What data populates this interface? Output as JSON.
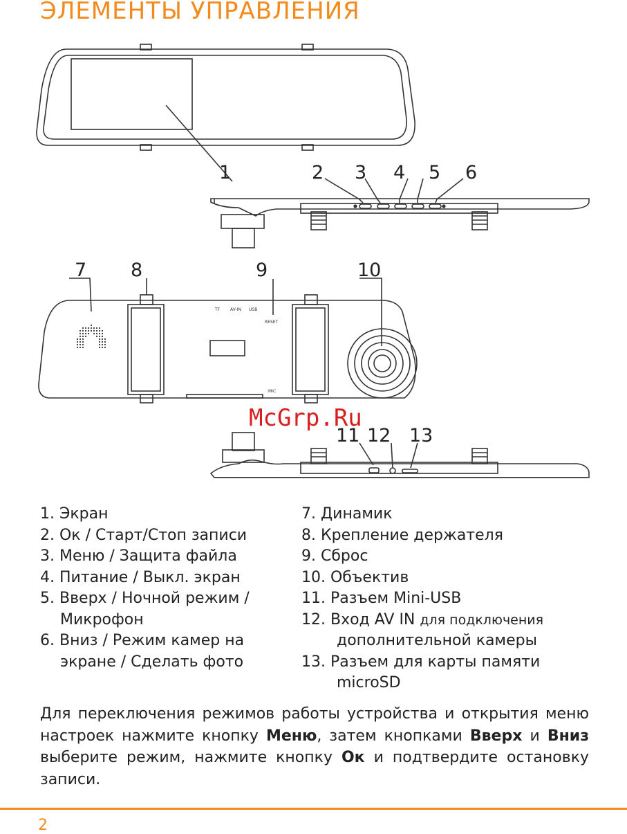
{
  "page": {
    "title": "ЭЛЕМЕНТЫ УПРАВЛЕНИЯ",
    "page_number": "2",
    "watermark": "McGrp.Ru"
  },
  "figure": {
    "top_labels": [
      "1",
      "2",
      "3",
      "4",
      "5",
      "6"
    ],
    "back_labels": [
      "7",
      "8",
      "9",
      "10"
    ],
    "bottom_labels": [
      "11",
      "12",
      "13"
    ],
    "port_labels": {
      "tf": "TF",
      "avin": "AV-IN",
      "usb": "USB",
      "reset": "RESET",
      "mic": "MIC"
    }
  },
  "legend_left": [
    {
      "text": "1. Экран"
    },
    {
      "text": "2. Ок / Старт/Стоп записи"
    },
    {
      "text": "3. Меню / Защита файла"
    },
    {
      "text": "4. Питание / Выкл. экран"
    },
    {
      "text": "5. Вверх / Ночной режим /",
      "cont": "Микрофон"
    },
    {
      "text": "6. Вниз / Режим камер на",
      "cont": "экране / Сделать фото"
    }
  ],
  "legend_right": [
    {
      "text": "7. Динамик"
    },
    {
      "text": "8. Крепление держателя"
    },
    {
      "text": "9. Сброс"
    },
    {
      "text": "10. Объектив"
    },
    {
      "text": "11. Разъем Mini-USB"
    },
    {
      "text": "12. Вход AV IN",
      "small": "для подключения",
      "cont": "дополнительной камеры"
    },
    {
      "text": "13. Разъем для карты памяти",
      "cont": "microSD"
    }
  ],
  "paragraph": {
    "t1": "Для переключения режимов работы устройства и открытия меню настроек нажмите кнопку ",
    "b1": "Меню",
    "t2": ", затем кнопками ",
    "b2": "Вверх",
    "t3": " и ",
    "b3": "Вниз",
    "t4": " выберите режим, нажмите кнопку ",
    "b4": "Ок",
    "t5": " и подтвердите остановку записи."
  }
}
